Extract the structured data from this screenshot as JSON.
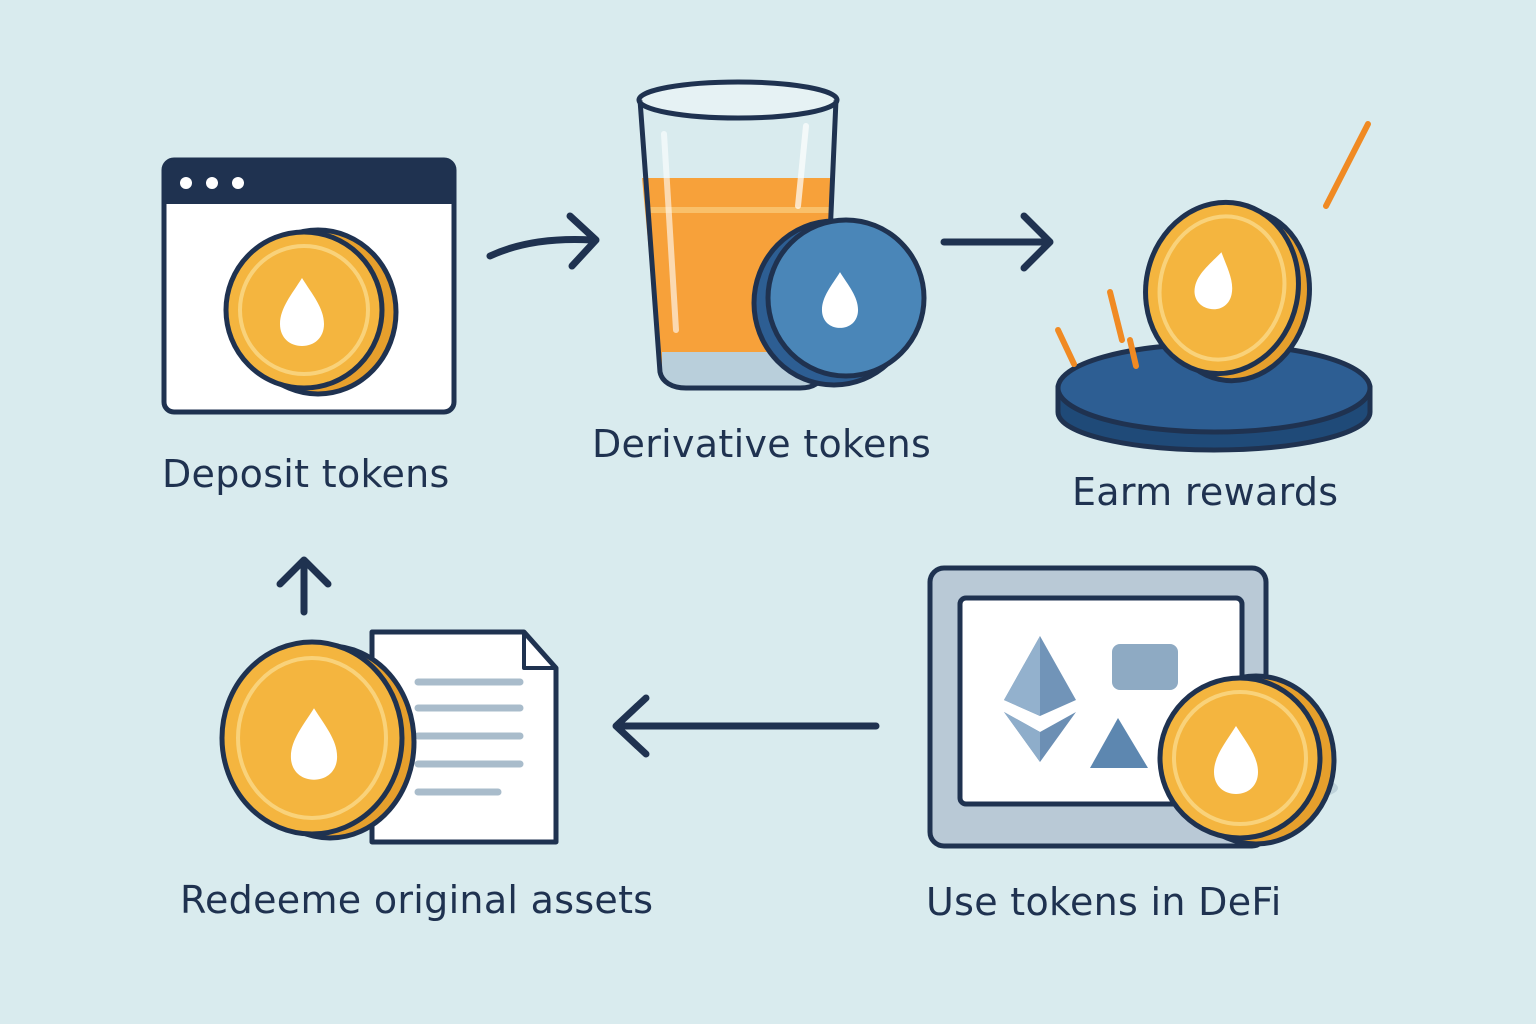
{
  "colors": {
    "background": "#d9ebee",
    "navy": "#1f3250",
    "coin_gold": "#f4b53f",
    "coin_edge": "#e69f2c",
    "token_blue": "#4a86b8",
    "platform_blue": "#2d5e93",
    "juice_orange": "#f7a13a",
    "spark_orange": "#f08a23",
    "document_lines": "#a9bccb"
  },
  "icons": {
    "deposit": "browser-window-with-coin",
    "derivative": "glass-with-blue-token",
    "rewards": "coin-on-platform-with-sparks",
    "defi": "tablet-with-ethereum-and-coin",
    "redeem": "coin-with-document"
  },
  "steps": {
    "deposit": {
      "label": "Deposit tokens"
    },
    "derivative": {
      "label": "Derivative tokens"
    },
    "rewards": {
      "label": "Earm rewards"
    },
    "defi": {
      "label": "Use tokens in DeFi"
    },
    "redeem": {
      "label": "Redeeme original assets"
    }
  }
}
